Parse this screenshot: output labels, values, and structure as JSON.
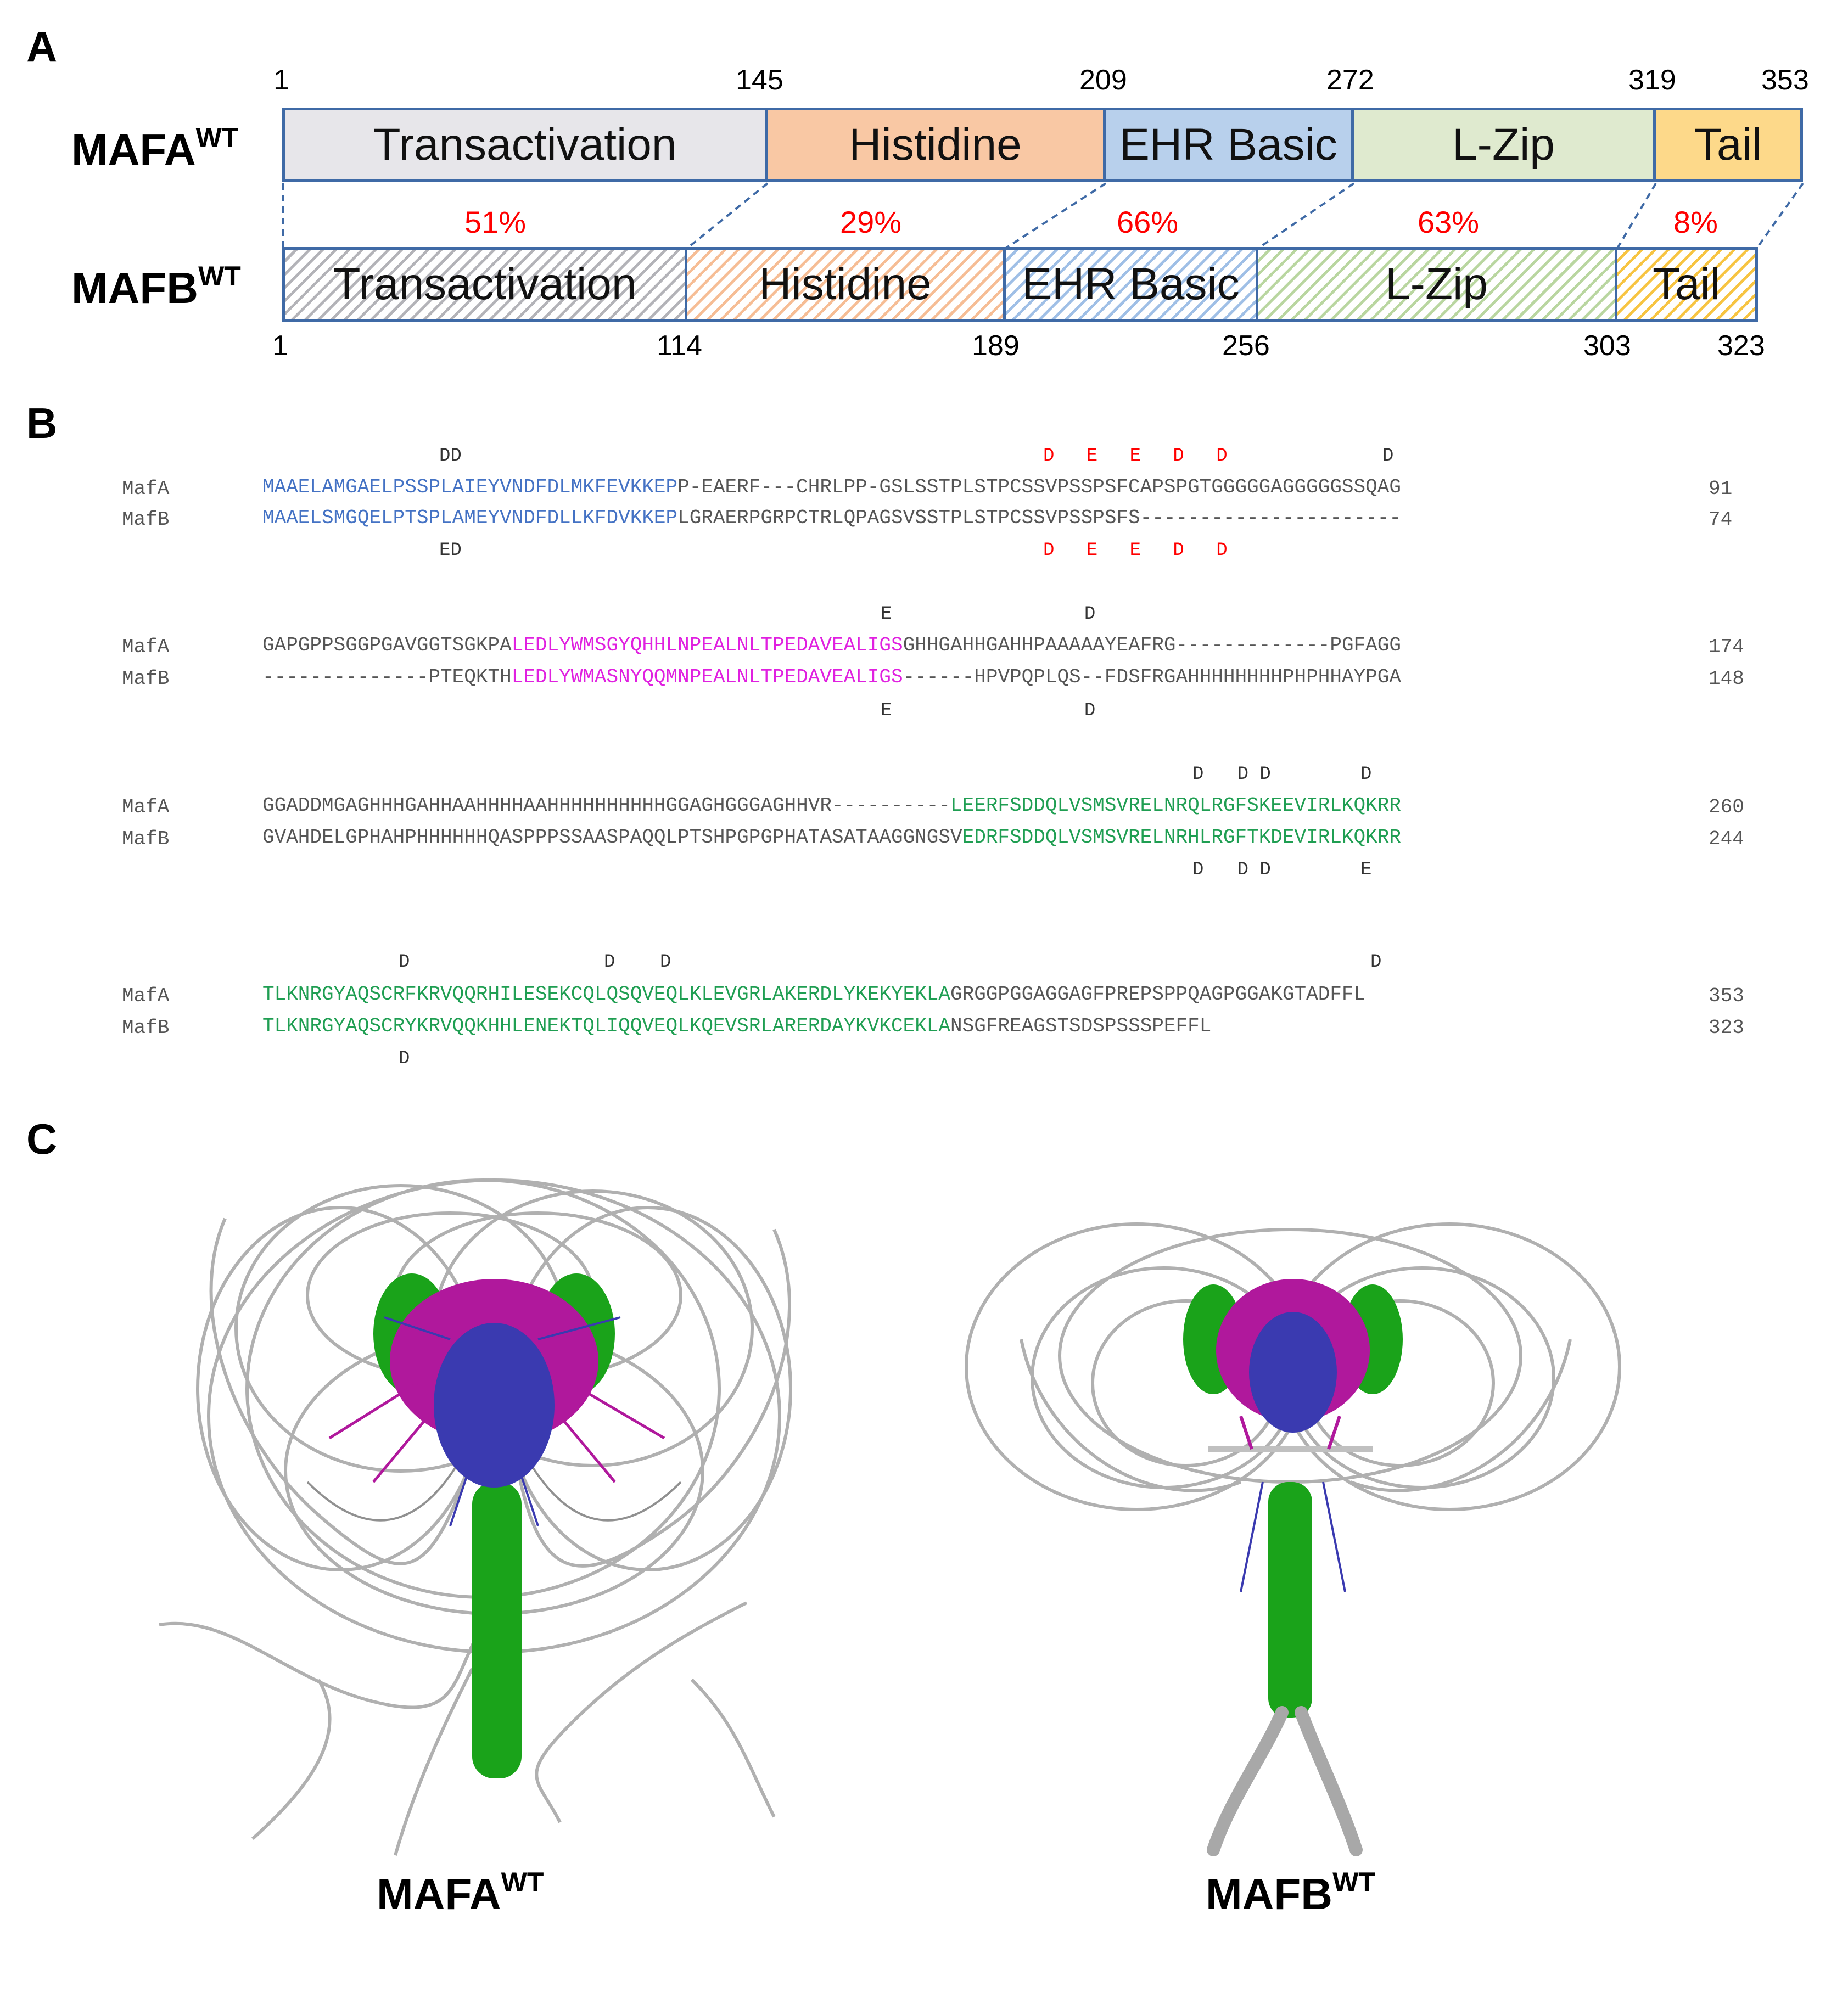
{
  "panels": {
    "a": "A",
    "b": "B",
    "c": "C"
  },
  "panel_a": {
    "mafa": {
      "label": "MAFA",
      "sup": "WT",
      "positions": [
        "1",
        "145",
        "209",
        "272",
        "319",
        "353"
      ],
      "domains": [
        "Transactivation",
        "Histidine",
        "EHR Basic",
        "L-Zip",
        "Tail"
      ]
    },
    "mafb": {
      "label": "MAFB",
      "sup": "WT",
      "positions": [
        "1",
        "114",
        "189",
        "256",
        "303",
        "323"
      ],
      "domains": [
        "Transactivation",
        "Histidine",
        "EHR Basic",
        "L-Zip",
        "Tail"
      ]
    },
    "identity": [
      "51%",
      "29%",
      "66%",
      "63%",
      "8%"
    ],
    "colors": {
      "transactivation": "#e7e6ea",
      "histidine": "#f9c8a4",
      "ehr_basic": "#b8d0ec",
      "lzip": "#dfeacf",
      "tail": "#fdd98a",
      "border": "#3f6aa6",
      "identity": "#ff0000"
    }
  },
  "panel_b": {
    "blocks": [
      {
        "marks_a": "DD",
        "marks_a_red": "D E E D D",
        "marks_a_2": "D",
        "marks_b": "ED",
        "marks_b_red": "D E E D D",
        "mafa_name": "MafA",
        "mafa_blue": "MAAELAMGAELPSSPLAIEYVNDFDLMKFEVKKEP",
        "mafa_rest": "P-EAERF---CHRLPP-GSLSSTPLSTPCSSVPSSPSFCAPSPGTGGGGGAGGGGGSSQAG",
        "mafa_num": "91",
        "mafb_name": "MafB",
        "mafb_blue": "MAAELSMGQELPTSPLAMEYVNDFDLLKFDVKKEP",
        "mafb_rest": "LGRAERPGRPCTRLQPAGSVSSTPLSTPCSSVPSSPSFS----------------------",
        "mafb_num": "74"
      },
      {
        "marks_a": "E      D",
        "mafa_name": "MafA",
        "mafa_pre": "GAPGPPSGGPGAVGGTSGKPA",
        "mafa_mag": "LEDLYWMSGYQHHLNPEALNLTPEDAVEALIGS",
        "mafa_post": "GHHGAHHGAHHPAAAAAYEAFRG-------------PGFAGG",
        "mafa_num": "174",
        "mafb_name": "MafB",
        "mafb_pre": "--------------PTEQKTH",
        "mafb_mag": "LEDLYWMASNYQQMNPEALNLTPEDAVEALIGS",
        "mafb_post": "------HPVPQPLQS--FDSFRGAHHHHHHHHPHPHHAYPGA",
        "mafb_num": "148",
        "marks_b": "E      D"
      },
      {
        "marks_a": "D   D D        D",
        "mafa_name": "MafA",
        "mafa_pre": "GGADDMGAGHHHGAHHAAHHHHAAHHHHHHHHHHGGAGHGGGAGHHVR----------",
        "mafa_grn": "LEERFSDDQLVSMSVRELNRQLRGFSKEEVIRLKQKRR",
        "mafa_num": "260",
        "mafb_name": "MafB",
        "mafb_pre": "GVAHDELGPHAHPHHHHHHQASPPPSSAASPAQQLPTSHPGPGPHATASATAAGGNGSV",
        "mafb_grn": "EDRFSDDQLVSMSVRELNRHLRGFTKDEVIRLKQKRR",
        "mafb_num": "244",
        "marks_b": "D   D D        E"
      },
      {
        "marks_a": "D",
        "marks_a_2": "D    D",
        "marks_a_3": "D",
        "mafa_name": "MafA",
        "mafa_grn": "TLKNRGYAQSCRFKRVQQRHILESEKCQLQSQVEQLKLEVGRLAKERDLYKEKYEKLA",
        "mafa_post": "GRGGPGGAGGAGFPREPSPPQAGPGGAKGTADFFL",
        "mafa_num": "353",
        "mafb_name": "MafB",
        "mafb_grn": "TLKNRGYAQSCRYKRVQQKHHLENEKTQLIQQVEQLKQEVSRLARERDAYKVKCEKLA",
        "mafb_post": "NSGFREAGSTSDSPSSSPEFFL",
        "mafb_num": "323",
        "marks_b": "D"
      }
    ]
  },
  "panel_c": {
    "left_label": "MAFA",
    "left_sup": "WT",
    "right_label": "MAFB",
    "right_sup": "WT",
    "colors": {
      "helix": "#1aa31a",
      "magenta": "#b0189c",
      "blue": "#3a3ab0",
      "coil": "#b5b5b5"
    }
  }
}
